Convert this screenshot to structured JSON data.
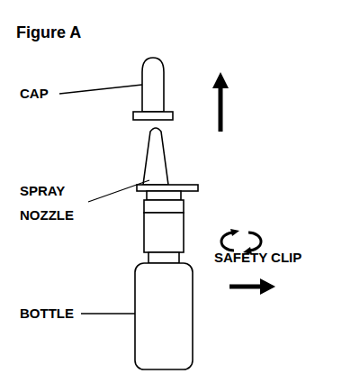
{
  "diagram": {
    "title": "Figure A",
    "labels": [
      "CAP",
      "SPRAY NOZZLE",
      "BOTTLE",
      "SAFETY CLIP"
    ]
  }
}
